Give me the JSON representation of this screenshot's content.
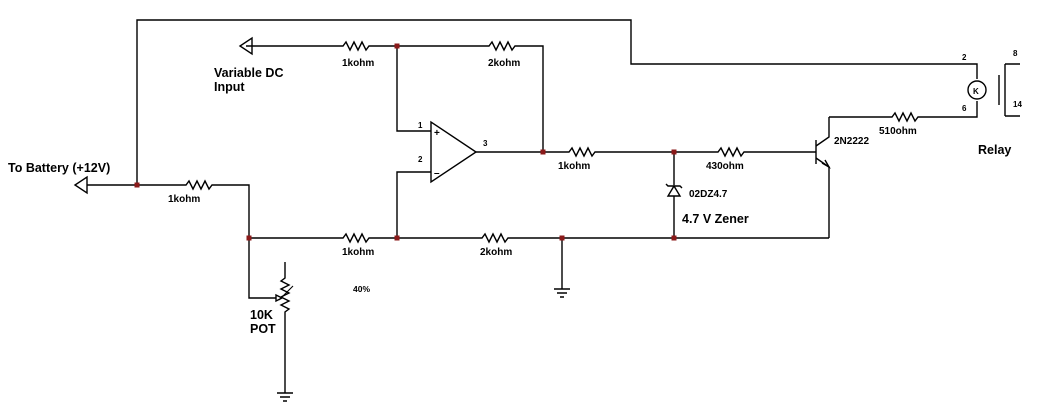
{
  "labels": {
    "r_input": "1kohm",
    "r_feedback": "2kohm",
    "r_battery": "1kohm",
    "r_ref": "1kohm",
    "r_ground": "2kohm",
    "r_out": "1kohm",
    "r_base": "430ohm",
    "r_relay": "510ohm",
    "zener_part": "02DZ4.7",
    "zener_desc": "4.7 V Zener",
    "transistor": "2N2222",
    "pot_percent": "40%",
    "pot_line1": "10K",
    "pot_line2": "POT",
    "input_line1": "Variable DC",
    "input_line2": "Input",
    "battery": "To Battery (+12V)",
    "relay": "Relay",
    "relay_coil_letter": "K",
    "opamp_plus": "+",
    "opamp_minus": "–"
  },
  "pins": {
    "opamp_in1": "1",
    "opamp_in2": "2",
    "opamp_out": "3",
    "relay_2": "2",
    "relay_6": "6",
    "relay_8": "8",
    "relay_14": "14"
  }
}
